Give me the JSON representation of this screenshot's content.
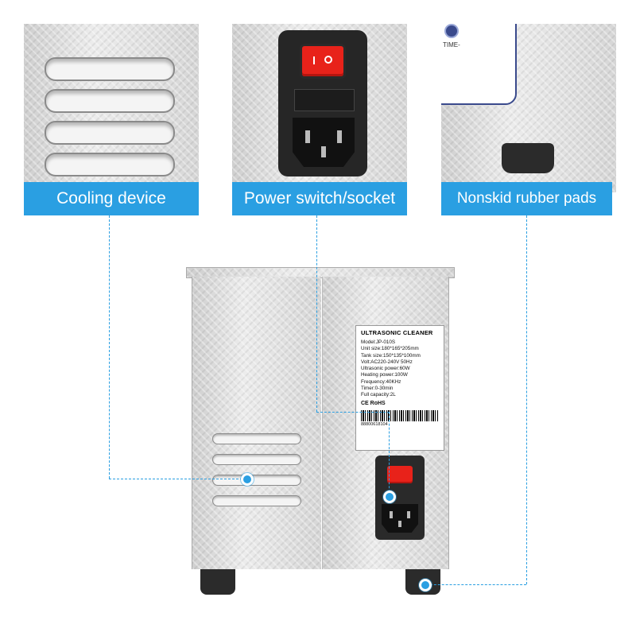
{
  "callouts": [
    {
      "label": "Cooling device"
    },
    {
      "label": "Power switch/socket"
    },
    {
      "label": "Nonskid rubber pads"
    }
  ],
  "panel_right": {
    "timer_text": "TIME-"
  },
  "device_label": {
    "title": "ULTRASONIC CLEANER",
    "lines": [
      "Model:JP-010S",
      "Unit size:180*165*205mm",
      "Tank size:150*135*100mm",
      "Volt:AC220-240V 50Hz",
      "Ultrasonic power:60W",
      "Heating power:100W",
      "Frequency:40KHz",
      "Timer:0-30min",
      "Full capacity:2L"
    ],
    "certifications": "CE RoHS",
    "barcode_number": "88800618104"
  },
  "colors": {
    "accent": "#2a9fe2",
    "switch": "#e8221a",
    "rubber": "#2b2b2b"
  }
}
